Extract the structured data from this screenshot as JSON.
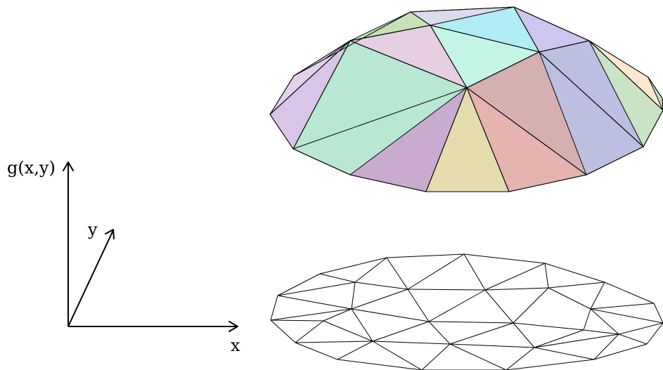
{
  "axes": {
    "z_label": "g(x,y)",
    "y_label": "y",
    "x_label": "x"
  },
  "surface": {
    "description_name": "triangulated-dome",
    "facet_colors": [
      "#d8c5e8",
      "#c9e9f2",
      "#b8e8d4",
      "#c5f5e6",
      "#e6cfe3",
      "#c8abce",
      "#e5dcae",
      "#e5b3b0",
      "#d4b1b0",
      "#bdbfe0",
      "#c9e3c4",
      "#fde8cf",
      "#b2ecf5",
      "#cfc6ef",
      "#c7e2b8",
      "#dcdcef",
      "#d6f3ea",
      "#e4d2ec"
    ]
  },
  "base_mesh": {
    "description_name": "flat-triangular-mesh"
  }
}
